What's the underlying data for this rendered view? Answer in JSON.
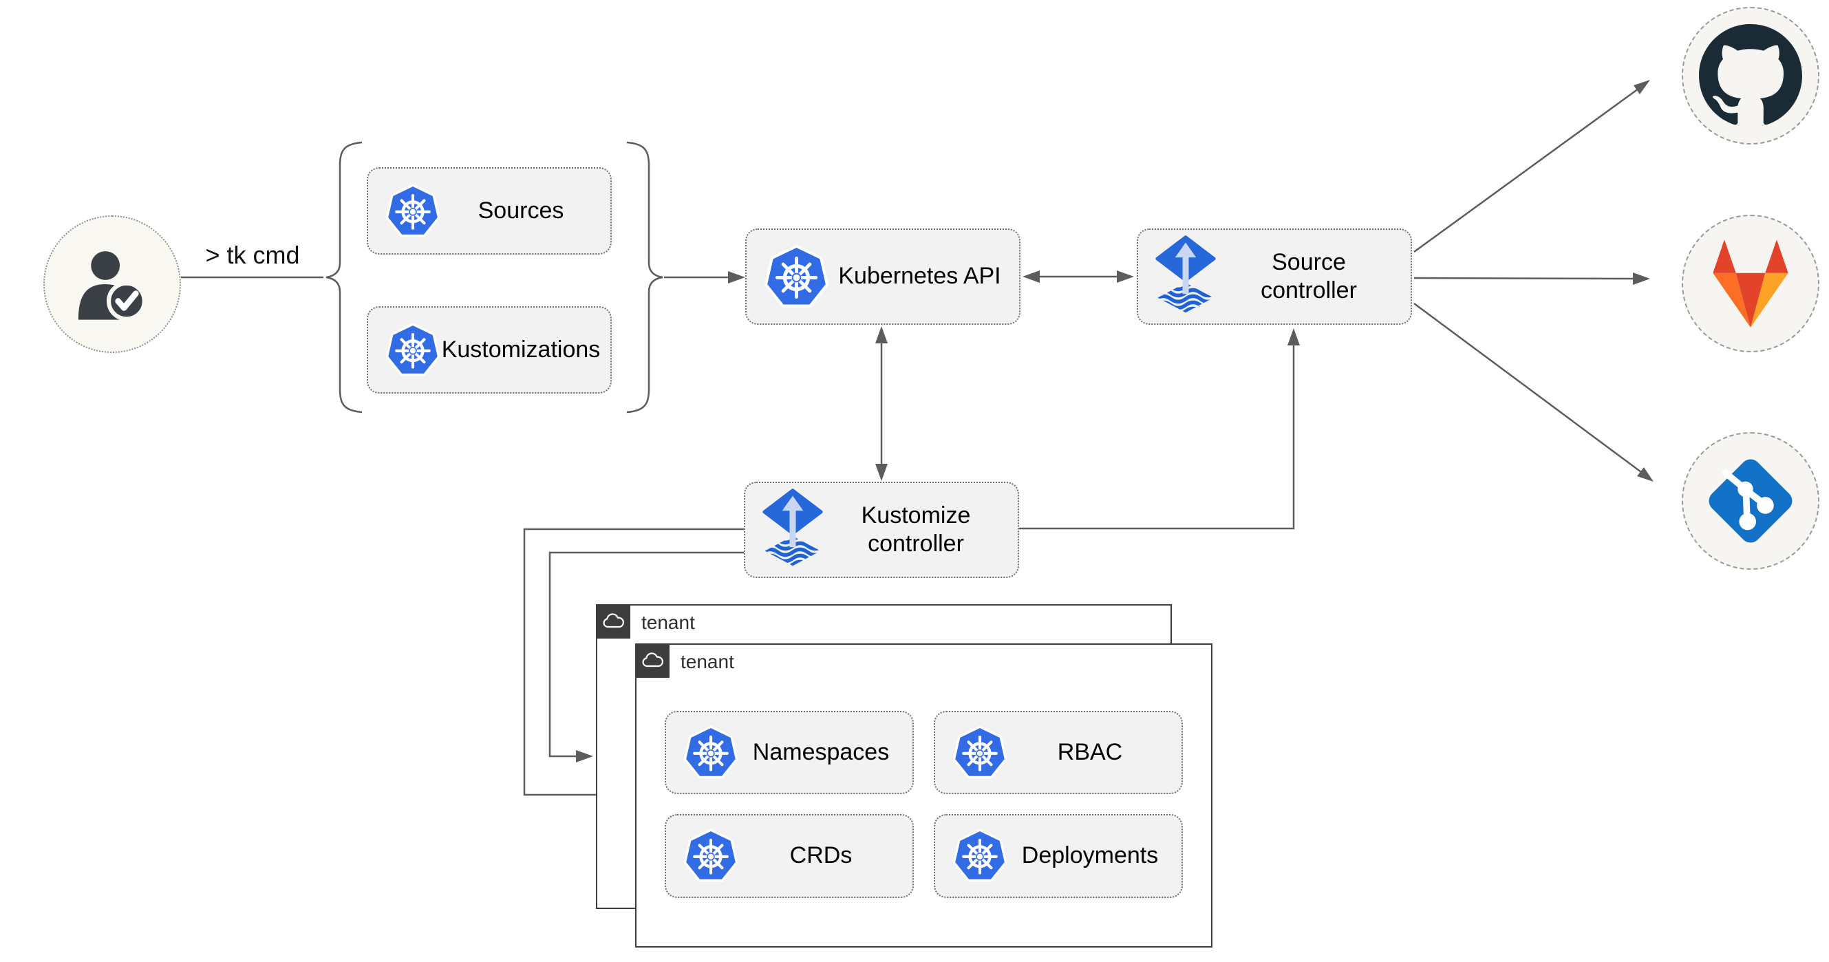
{
  "diagram": {
    "cli_label": "> tk cmd",
    "nodes": {
      "sources": {
        "label": "Sources",
        "icon": "kubernetes-icon"
      },
      "kustomizations": {
        "label": "Kustomizations",
        "icon": "kubernetes-icon"
      },
      "kubernetes_api": {
        "label": "Kubernetes API",
        "icon": "kubernetes-icon"
      },
      "source_controller": {
        "label": "Source controller",
        "icon": "flux-icon"
      },
      "kustomize_controller": {
        "label": "Kustomize controller",
        "icon": "flux-icon"
      },
      "namespaces": {
        "label": "Namespaces",
        "icon": "kubernetes-icon"
      },
      "rbac": {
        "label": "RBAC",
        "icon": "kubernetes-icon"
      },
      "crds": {
        "label": "CRDs",
        "icon": "kubernetes-icon"
      },
      "deployments": {
        "label": "Deployments",
        "icon": "kubernetes-icon"
      }
    },
    "groups": {
      "tenant_back": {
        "label": "tenant",
        "icon": "cloud-icon"
      },
      "tenant_front": {
        "label": "tenant",
        "icon": "cloud-icon"
      }
    },
    "actors": {
      "user": {
        "icon": "user-check-icon"
      }
    },
    "targets": {
      "github": {
        "icon": "github-icon"
      },
      "gitlab": {
        "icon": "gitlab-icon"
      },
      "git": {
        "icon": "git-icon"
      }
    },
    "edges": [
      {
        "from": "user",
        "to": "crd-group",
        "label": "> tk cmd",
        "arrows": "none"
      },
      {
        "from": "crd-group",
        "to": "kubernetes_api",
        "arrows": "end"
      },
      {
        "from": "kubernetes_api",
        "to": "source_controller",
        "arrows": "both"
      },
      {
        "from": "kubernetes_api",
        "to": "kustomize_controller",
        "arrows": "both"
      },
      {
        "from": "kustomize_controller",
        "to": "source_controller",
        "arrows": "end"
      },
      {
        "from": "source_controller",
        "to": "github",
        "arrows": "end"
      },
      {
        "from": "source_controller",
        "to": "gitlab",
        "arrows": "end"
      },
      {
        "from": "source_controller",
        "to": "git",
        "arrows": "end"
      },
      {
        "from": "kustomize_controller",
        "to": "tenant_front",
        "arrows": "end"
      },
      {
        "from": "kustomize_controller",
        "to": "tenant_back",
        "arrows": "end"
      }
    ],
    "colors": {
      "kubernetes_blue": "#326ce5",
      "flux_blue": "#2667d9",
      "flux_arrow_light": "#c9d7f2",
      "git_blue": "#1372c8",
      "github_dark": "#1b2b36",
      "gitlab_red": "#e24329",
      "gitlab_orange": "#fc6d26",
      "gitlab_amber": "#fca326",
      "connector_gray": "#5c5c5c",
      "node_fill": "#f2f2f2",
      "node_border": "#6e6e6e",
      "tenant_border": "#3d3d3d",
      "circle_fill": "#f7f5f1"
    }
  }
}
